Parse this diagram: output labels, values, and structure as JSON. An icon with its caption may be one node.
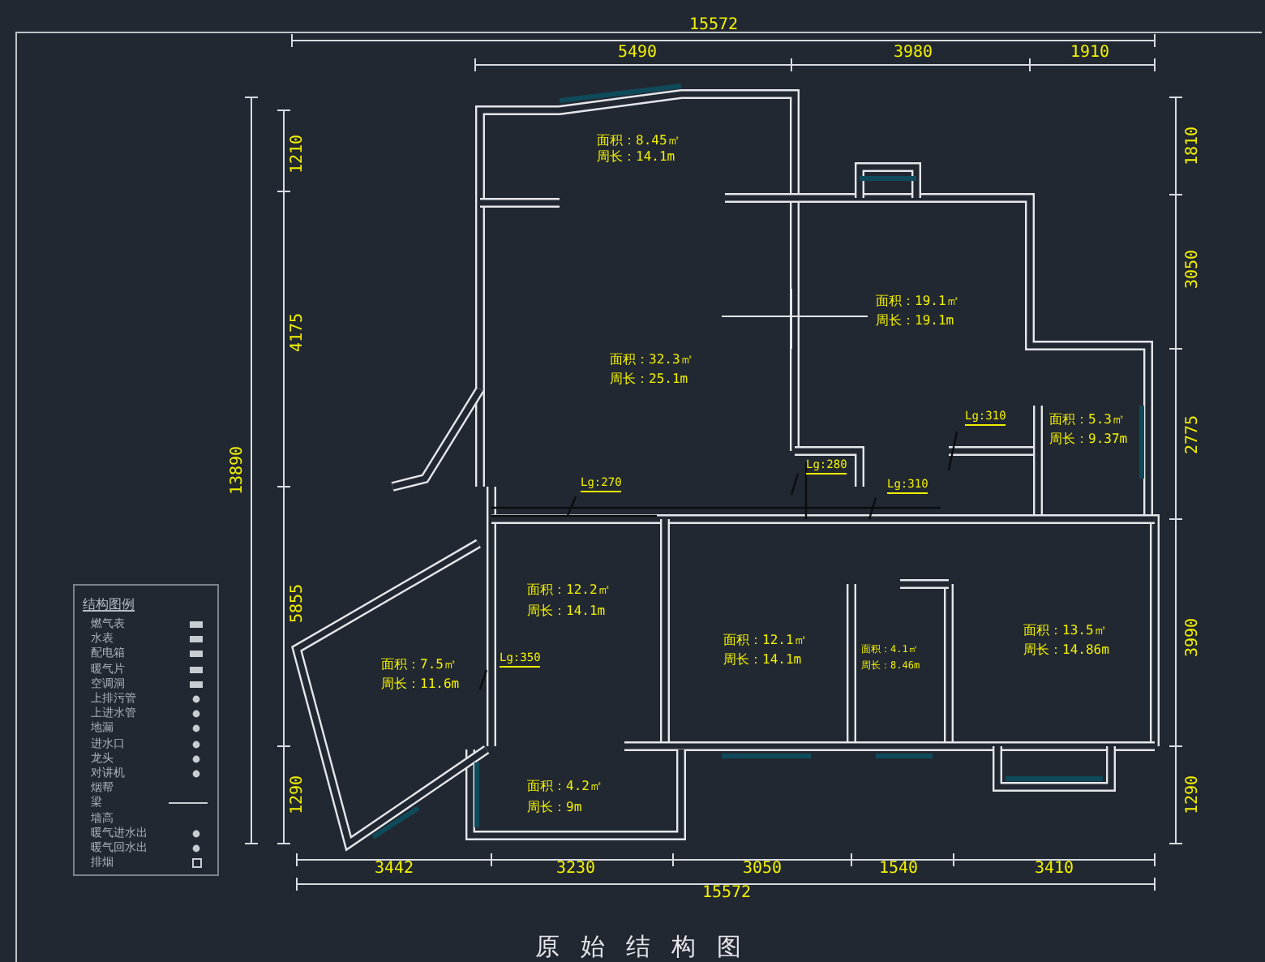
{
  "diagram": {
    "title": "原始结构图",
    "labels": [
      "15572",
      "5490",
      "3980",
      "1910",
      "1210",
      "面积：8.45㎡",
      "周长：14.1m",
      "1810",
      "4175",
      "面积：19.1㎡",
      "周长：19.1m",
      "3050",
      "面积：32.3㎡",
      "周长：25.1m",
      "面积：5.3㎡",
      "周长：9.37m",
      "Lg:310",
      "2775",
      "13890",
      "Lg:280",
      "Lg:270",
      "Lg:310",
      "5855",
      "面积：12.2㎡",
      "周长：14.1m",
      "3990",
      "面积：13.5㎡",
      "周长：14.86m",
      "面积：12.1㎡",
      "周长：14.1m",
      "面积：4.1㎡",
      "周长：8.46m",
      "Lg:350",
      "面积：7.5㎡",
      "周长：11.6m",
      "面积：4.2㎡",
      "周长：9m",
      "1290",
      "1290",
      "3442",
      "3230",
      "3050",
      "1540",
      "3410",
      "15572",
      "结构图例"
    ],
    "legend": [
      {
        "text": "燃气表"
      },
      {
        "text": "水表"
      },
      {
        "text": "配电箱"
      },
      {
        "text": "暖气片"
      },
      {
        "text": "空调洞"
      },
      {
        "text": "上排污管"
      },
      {
        "text": "上进水管"
      },
      {
        "text": "地漏"
      },
      {
        "text": "进水口"
      },
      {
        "text": "龙头"
      },
      {
        "text": "对讲机"
      },
      {
        "text": "烟帮"
      },
      {
        "text": "梁"
      },
      {
        "text": "墙高"
      },
      {
        "text": "暖气进水出"
      },
      {
        "text": "暖气回水出"
      },
      {
        "text": "排烟"
      }
    ]
  }
}
